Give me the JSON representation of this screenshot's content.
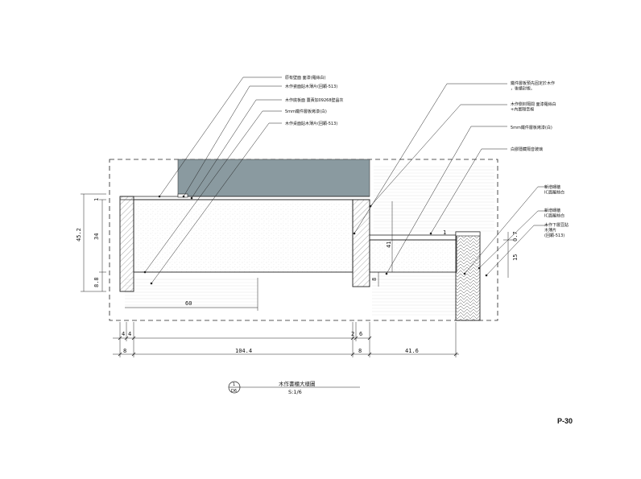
{
  "callouts_left": [
    "原有壁面 面漆(羅絲白)",
    "木作瓷面貼木薄片(回顆-513)",
    "木作底板面 薑黃加09268壁晶灰",
    "5mm鐵件層板烤漆(白)",
    "木作桌面貼木薄片(回顆-513)"
  ],
  "callouts_right": [
    "鐵件層板預先固定於木作\n，後續封板。",
    "木作側封隔間 面漆羅絲白\n+內置隔音棉",
    "5mm鐵件層板烤漆(白)",
    "白膠隱藏隔音玻璃"
  ],
  "callouts_far_right": [
    "新增磚牆\nIC面羅絲白",
    "新增磚牆\nIC面羅絲白",
    "木作下層豆貼\n木薄片\n(回顆-513)"
  ],
  "dimensions": {
    "bottom_row1": [
      "4",
      "4",
      "2",
      "6"
    ],
    "bottom_row2": [
      "8",
      "104.4",
      "8",
      "41.6"
    ],
    "left_outer": "45.2",
    "left_inner": [
      "34",
      "8.8"
    ],
    "top_stub": "1",
    "width_60": "60",
    "center_41": "41",
    "center_8": "8",
    "right_stub": "1",
    "right_stack": [
      "0.7",
      "15"
    ]
  },
  "title": {
    "circle_top": "1",
    "circle_bottom": "D6",
    "name": "木作書櫃大樣圖",
    "scale": "S:1/6"
  },
  "page_number": "P-30"
}
